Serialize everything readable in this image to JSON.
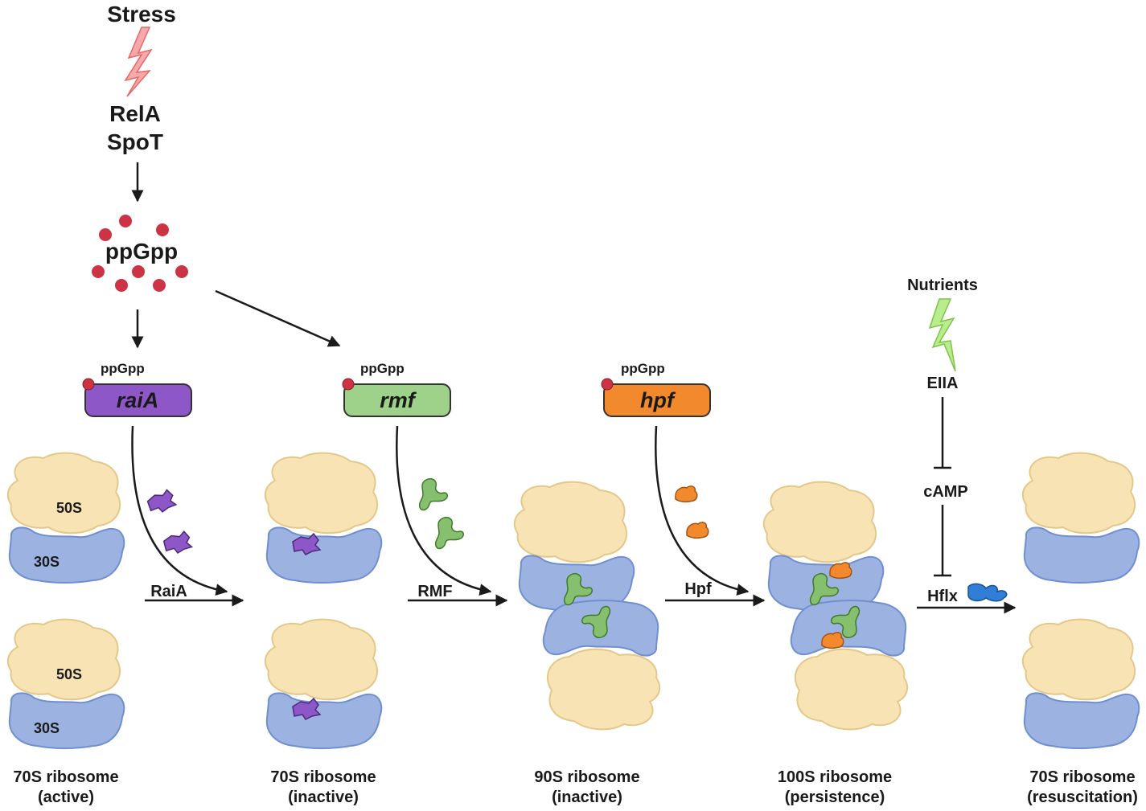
{
  "stress": {
    "title": "Stress",
    "enzymes": [
      "RelA",
      "SpoT"
    ]
  },
  "alarmone": {
    "label": "ppGpp"
  },
  "genes": [
    {
      "name": "raiA",
      "ppgpp_label": "ppGpp",
      "color": "#8e57c7"
    },
    {
      "name": "rmf",
      "ppgpp_label": "ppGpp",
      "color": "#9ed28a"
    },
    {
      "name": "hpf",
      "ppgpp_label": "ppGpp",
      "color": "#f28a2d"
    }
  ],
  "transitions": [
    {
      "label": "RaiA"
    },
    {
      "label": "RMF"
    },
    {
      "label": "Hpf"
    },
    {
      "label": "Hflx"
    }
  ],
  "nutrient_pathway": {
    "signal": "Nutrients",
    "component_1": "EIIA",
    "component_2": "cAMP"
  },
  "subunits": {
    "large": "50S",
    "small": "30S"
  },
  "stages": [
    {
      "name": "70S ribosome",
      "state": "(active)"
    },
    {
      "name": "70S ribosome",
      "state": "(inactive)"
    },
    {
      "name": "90S ribosome",
      "state": "(inactive)"
    },
    {
      "name": "100S ribosome",
      "state": "(persistence)"
    },
    {
      "name": "70S ribosome",
      "state": "(resuscitation)"
    }
  ],
  "colors": {
    "ppgpp_dot": "#cc3344",
    "raia_protein": "#8e57c7",
    "rmf_protein": "#86c06e",
    "hpf_protein": "#f28a2d",
    "hflx_protein": "#2f7ed8",
    "large_subunit": "#f8e3b4",
    "small_subunit": "#9cb3e2",
    "stress_bolt": "#f7a8a8",
    "nutrient_bolt": "#b8ec8c"
  }
}
